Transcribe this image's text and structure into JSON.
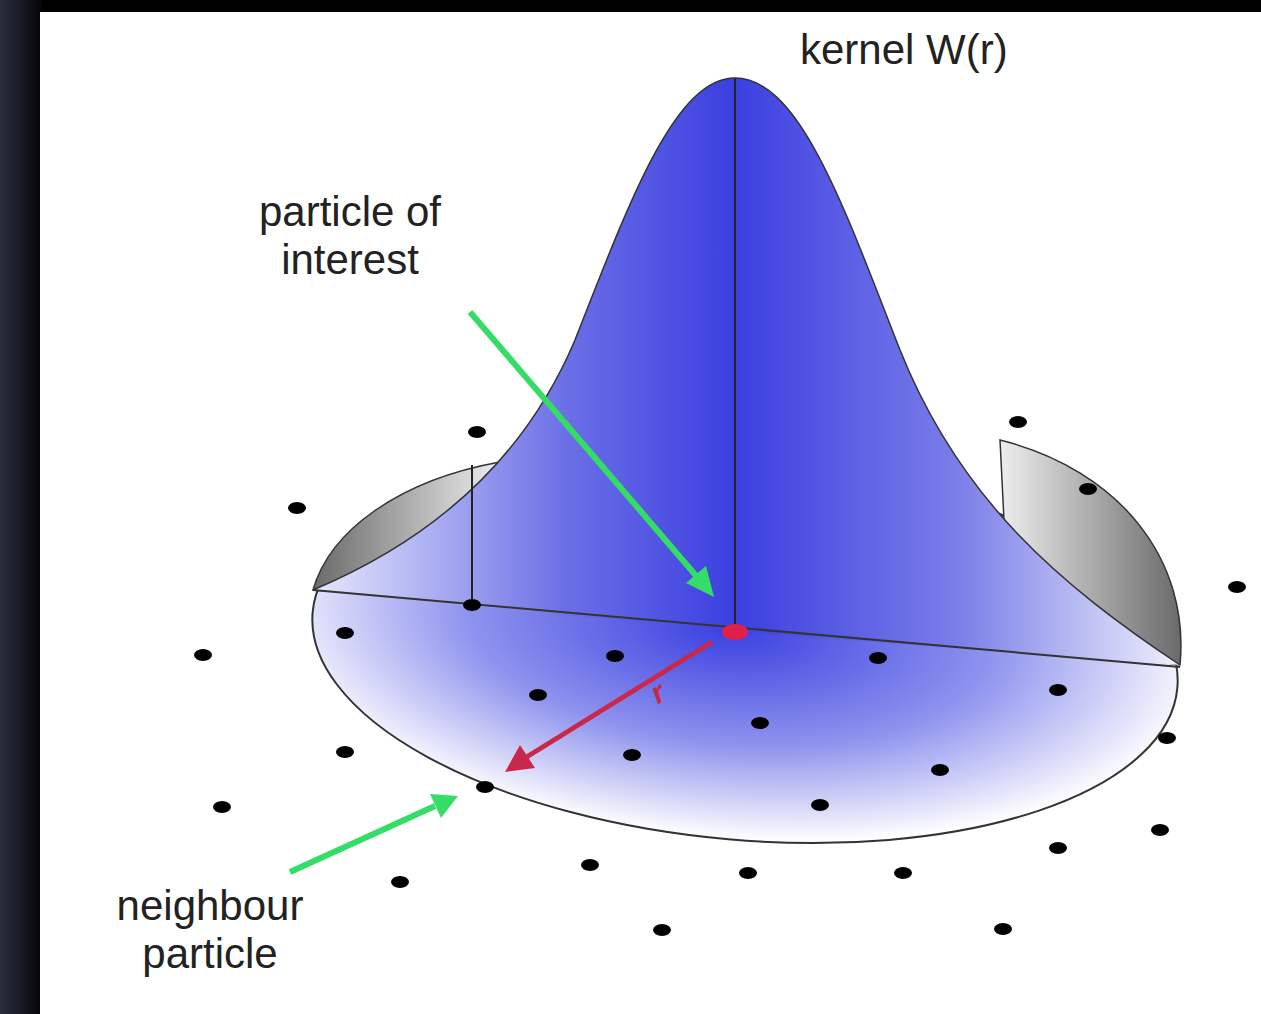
{
  "diagram": {
    "labels": [
      "kernel W(r)",
      "particle of interest",
      "neighbour particle",
      "r"
    ]
  }
}
